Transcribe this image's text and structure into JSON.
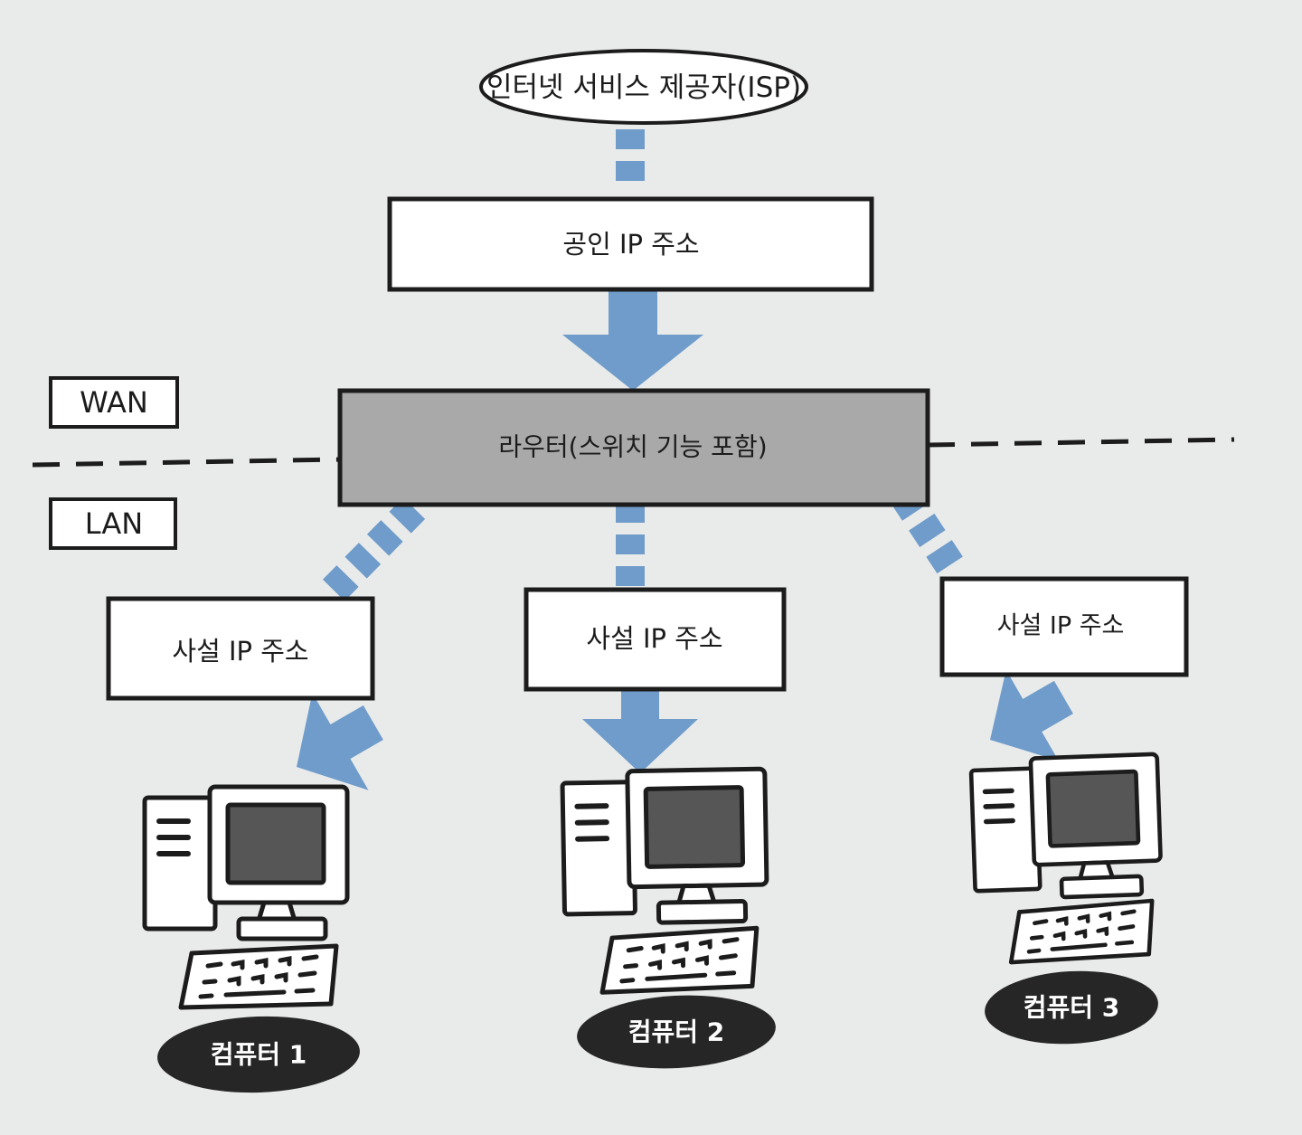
{
  "isp": {
    "label": "인터넷 서비스 제공자(ISP)"
  },
  "public_ip": {
    "label": "공인 IP 주소"
  },
  "router": {
    "label": "라우터(스위치 기능 포함)"
  },
  "zones": {
    "wan": "WAN",
    "lan": "LAN"
  },
  "private_ip": [
    {
      "label": "사설 IP 주소"
    },
    {
      "label": "사설 IP 주소"
    },
    {
      "label": "사설 IP 주소"
    }
  ],
  "computers": [
    {
      "label": "컴퓨터 1"
    },
    {
      "label": "컴퓨터 2"
    },
    {
      "label": "컴퓨터 3"
    }
  ],
  "colors": {
    "arrow": "#6f9cca",
    "router_fill": "#a9a9a9",
    "pill_fill": "#262626",
    "screen_fill": "#565656",
    "outline": "#1c1c1c",
    "background": "#e9ebea"
  }
}
